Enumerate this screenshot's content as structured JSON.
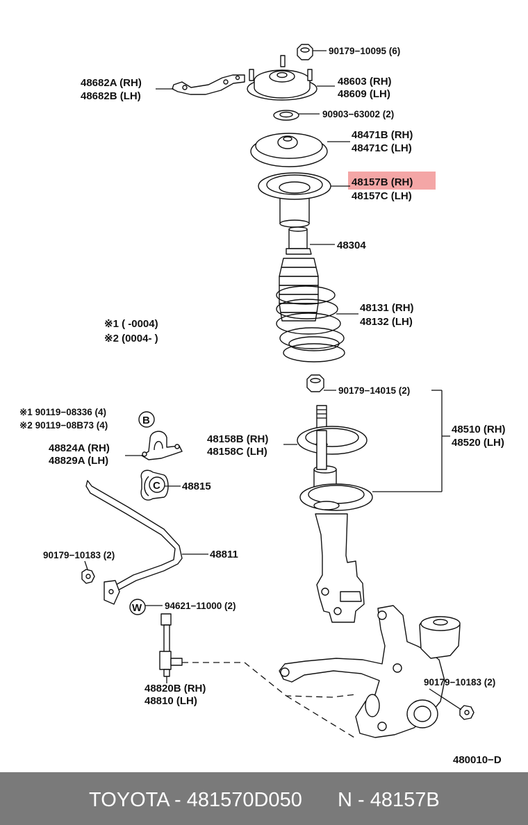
{
  "highlight_color": "#f4a6a6",
  "footer_bg": "#7a7a7a",
  "labels": {
    "p90179_10095": "90179−10095 (6)",
    "p48682a": "48682A (RH)",
    "p48682b": "48682B (LH)",
    "p48603": "48603 (RH)",
    "p48609": "48609 (LH)",
    "p90903": "90903−63002 (2)",
    "p48471b": "48471B (RH)",
    "p48471c": "48471C (LH)",
    "p48157b": "48157B (RH)",
    "p48157c": "48157C (LH)",
    "p48304": "48304",
    "p48131": "48131 (RH)",
    "p48132": "48132 (LH)",
    "note1": "※1 (       -0004)",
    "note2": "※2 (0004-        )",
    "p90179_14015": "90179−14015 (2)",
    "p48510": "48510 (RH)",
    "p48520": "48520 (LH)",
    "p90119_08336": "※1 90119−08336 (4)",
    "p90119_08b73": "※2 90119−08B73 (4)",
    "p48824a": "48824A (RH)",
    "p48829a": "48829A (LH)",
    "p48158b": "48158B (RH)",
    "p48158c": "48158C (LH)",
    "p48815": "48815",
    "p90179_10183_a": "90179−10183 (2)",
    "p48811": "48811",
    "p94621": "94621−11000 (2)",
    "p48820b": "48820B (RH)",
    "p48810": "48810   (LH)",
    "p90179_10183_b": "90179−10183 (2)",
    "diagram_code": "480010−D",
    "marker_b": "B",
    "marker_c": "C",
    "marker_w": "W"
  },
  "footer": {
    "brand_part": "TOYOTA - 481570D050",
    "ref": "N - 48157B"
  }
}
